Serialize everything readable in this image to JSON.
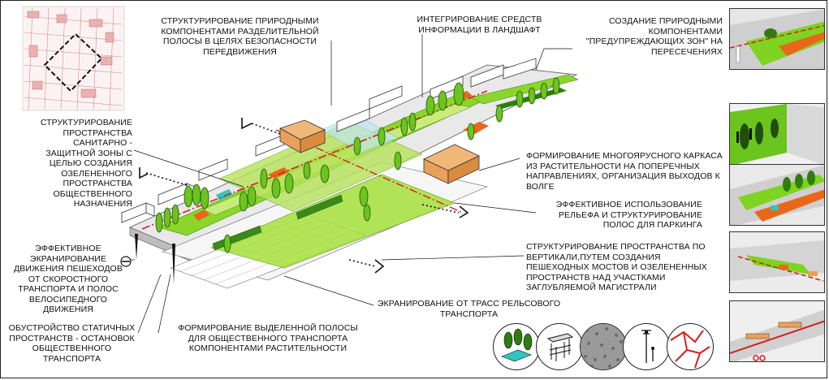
{
  "labels": {
    "l1": "Структурирование природными компонентами разделительной полосы в целях безопасности передвижения",
    "l2": "Интегрирование средств информации в ландшафт",
    "l3": "Создание природными компонентами \"предупреждающих зон\" на пересечениях",
    "l4": "Структурирование пространства санитарно - защитной зоны с целью создания озелененного пространства общественного назначения",
    "l5": "Формирование многоярусного каркаса из растительности на поперечных направлениях, организация выходов к Волге",
    "l6": "Эффективное использование рельефа и структурирование полос для паркинга",
    "l7": "Эффективное экранирование движения пешеходов от скоростного транспорта и полос велосипедного движения",
    "l8": "Структурирование пространства по вертикали,путем создания пешеходных мостов и озелененных пространств над участками заглубляемой магистрали",
    "l9": "Экранирование от трасс рельсового транспорта",
    "l10": "Обустройство статичных пространств - остановок общественного транспорта",
    "l11": "Формирование выделенной полосы для общественного транспорта компонентами растительности"
  },
  "colors": {
    "green": "#7fd321",
    "dark_green": "#2f7d10",
    "orange": "#e8671a",
    "tan": "#e9a05a",
    "red_line": "#d61f1f",
    "gray": "#d8d8d8",
    "cyan": "#2fc6c0"
  },
  "icons": [
    "tree-plaza-icon",
    "bench-icon",
    "paving-texture-icon",
    "lamp-icon",
    "network-icon"
  ]
}
